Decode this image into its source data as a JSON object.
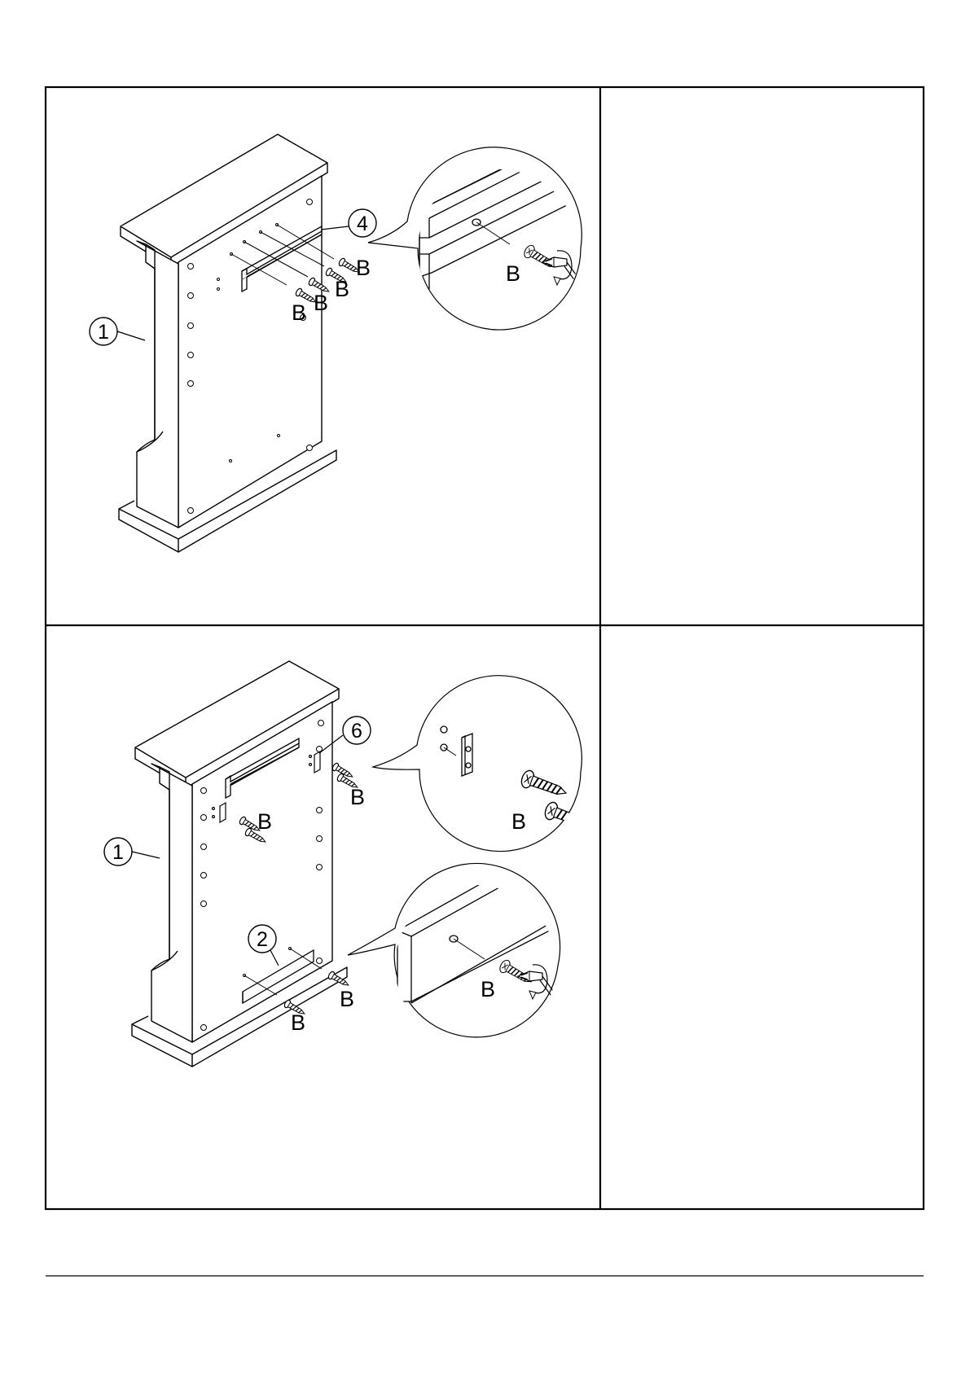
{
  "step1": {
    "parts": {
      "cabinet": "1",
      "rail": "4"
    },
    "screw_labels": [
      "B",
      "B",
      "B",
      "B"
    ],
    "zoom_screw_label": "B"
  },
  "step2": {
    "parts": {
      "cabinet": "1",
      "bracket": "6",
      "bottom_rail": "2"
    },
    "screw_labels_top": [
      "B",
      "B"
    ],
    "screw_labels_bottom": [
      "B",
      "B"
    ],
    "zoom_top_label": "B",
    "zoom_bottom_label": "B"
  },
  "colors": {
    "line": "#000000",
    "background": "#ffffff"
  }
}
